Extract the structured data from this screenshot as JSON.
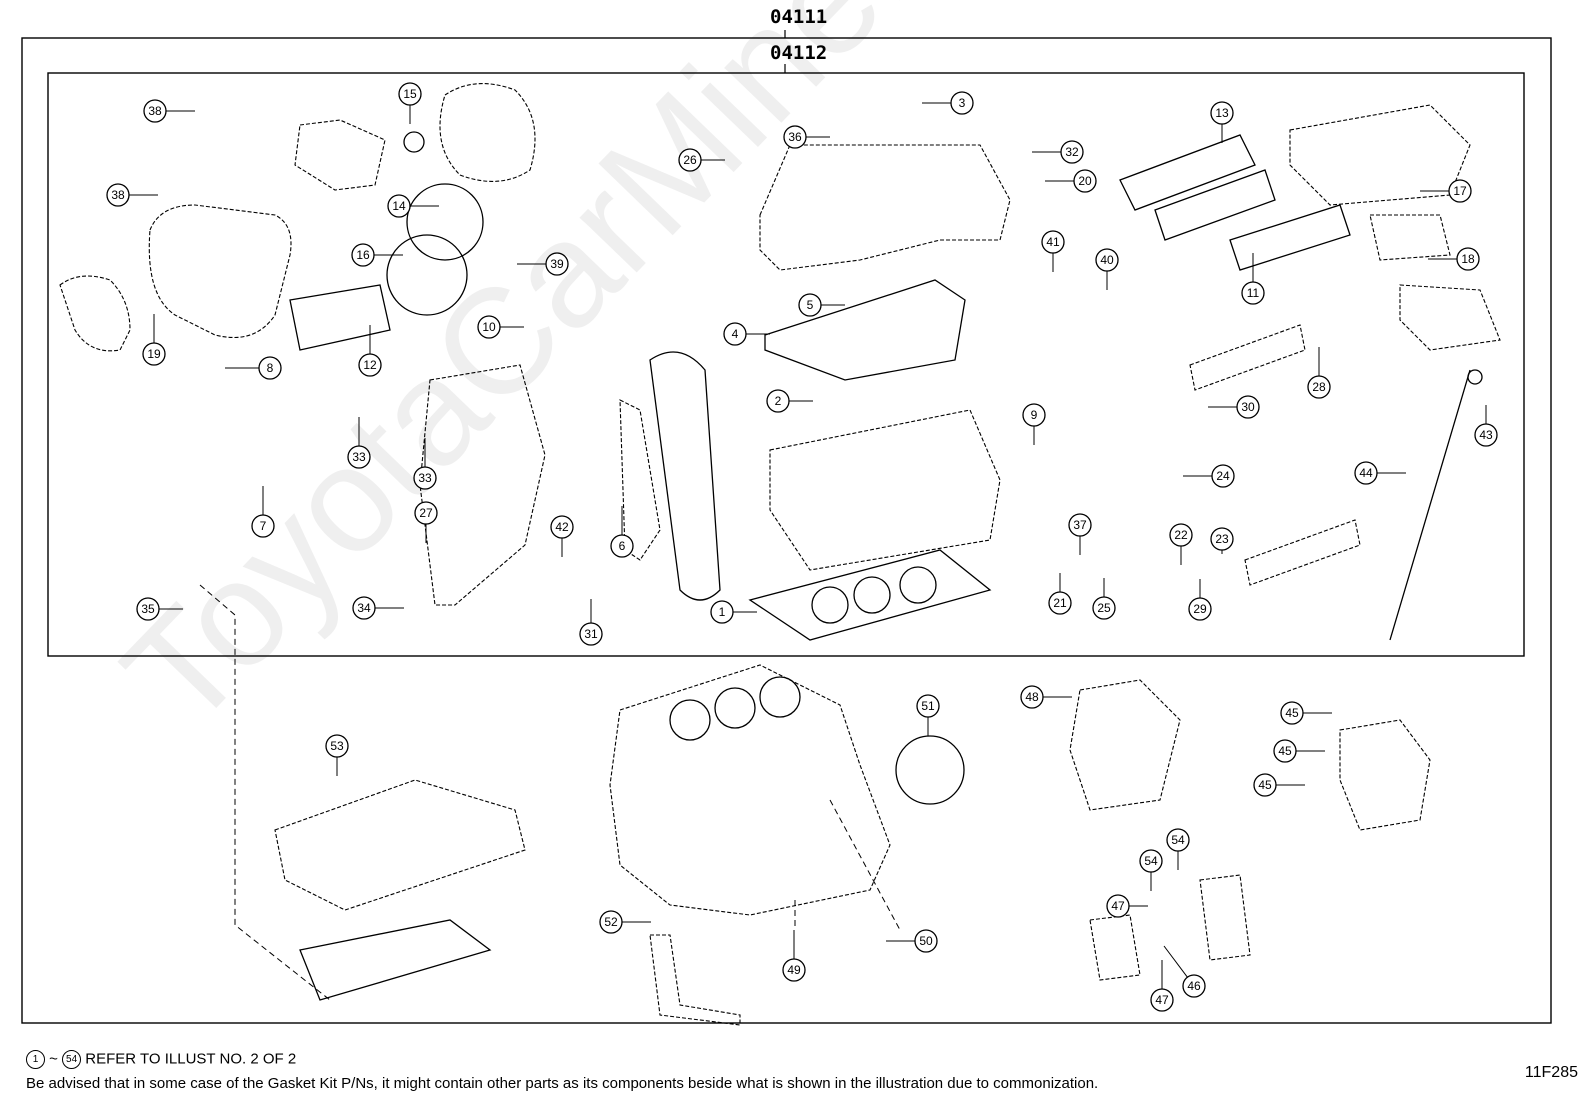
{
  "assembly_codes": {
    "outer": "04111",
    "inner": "04112"
  },
  "callouts": [
    "38",
    "38",
    "15",
    "36",
    "3",
    "32",
    "20",
    "13",
    "17",
    "18",
    "11",
    "26",
    "14",
    "16",
    "39",
    "10",
    "12",
    "19",
    "8",
    "7",
    "33",
    "33",
    "27",
    "34",
    "35",
    "42",
    "31",
    "6",
    "5",
    "4",
    "2",
    "1",
    "9",
    "41",
    "40",
    "28",
    "30",
    "24",
    "43",
    "44",
    "21",
    "25",
    "37",
    "22",
    "23",
    "29",
    "53",
    "51",
    "52",
    "49",
    "50",
    "48",
    "45",
    "45",
    "45",
    "54",
    "54",
    "47",
    "46",
    "47"
  ],
  "footer": {
    "ref_range_start": "1",
    "ref_range_end": "54",
    "ref_tilde": "~",
    "ref_text": "REFER TO ILLUST NO. 2 OF 2",
    "advisory": "Be advised that in some case of the Gasket Kit P/Ns,  it might contain other parts as its components beside what is shown in the illustration due to commonization.",
    "illustration_id": "11F285"
  },
  "watermark": "ToyotaCarMine.ru"
}
